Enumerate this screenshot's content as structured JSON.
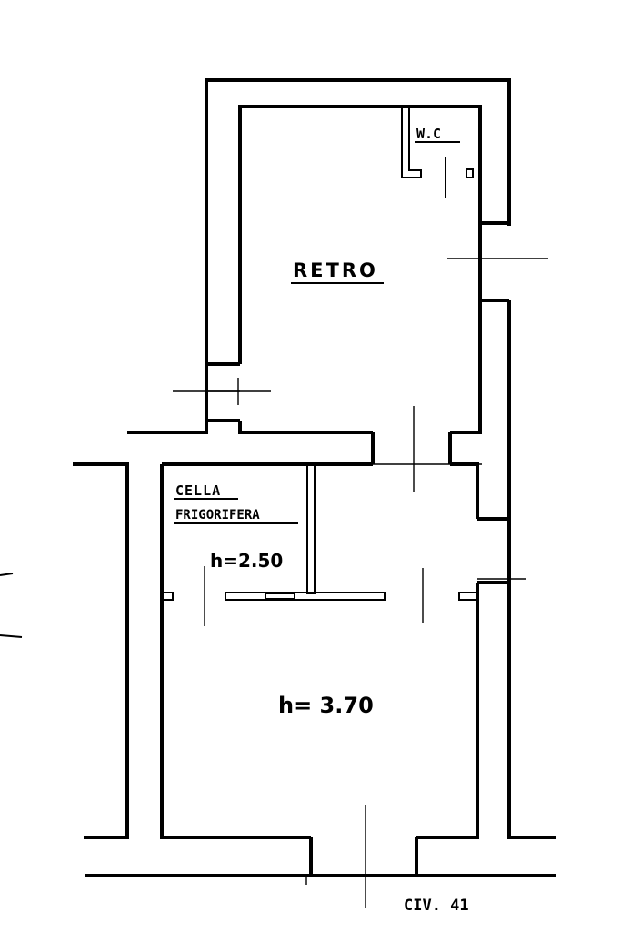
{
  "labels": {
    "retro": "RETRO",
    "wc": "W.C",
    "cella_line1": "CELLA",
    "cella_line2": "FRIGORIFERA",
    "height_cella": "h=2.50",
    "height_main": "h= 3.70",
    "civic": "CIV. 41"
  },
  "colors": {
    "ink": "#000000",
    "paper": "#ffffff"
  }
}
